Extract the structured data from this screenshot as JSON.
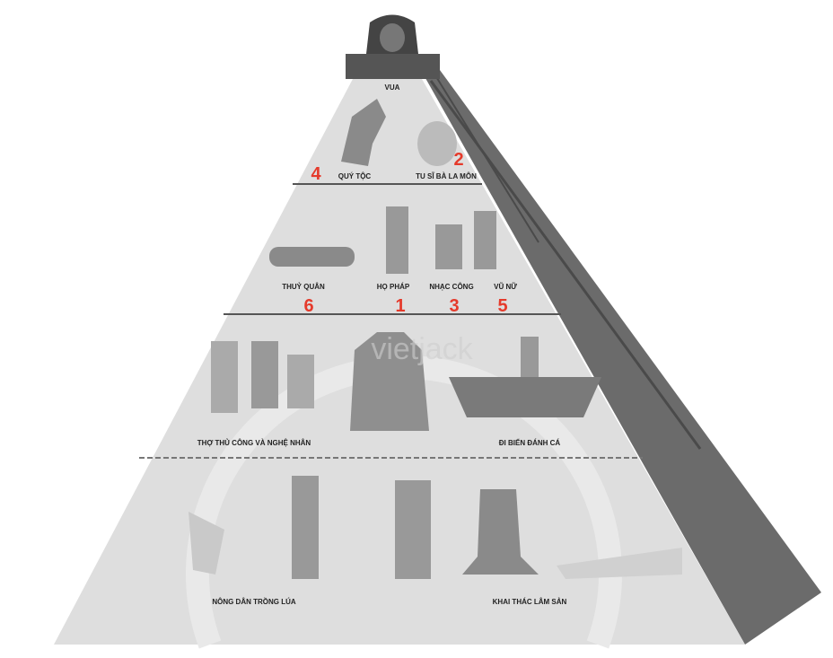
{
  "title": "Social pyramid of ancient Champa",
  "tiers": [
    {
      "name": "king",
      "labels": [
        "VUA"
      ]
    },
    {
      "name": "upper",
      "labels": [
        "QUÝ TỘC",
        "TU SĨ BÀ LA MÔN"
      ]
    },
    {
      "name": "middle",
      "labels": [
        "THUỶ QUÂN",
        "HỌ PHÁP",
        "NHẠC CÔNG",
        "VŨ NỮ"
      ]
    },
    {
      "name": "artisans",
      "labels": [
        "THỢ THỦ CÔNG VÀ NGHỆ NHÂN",
        "ĐI BIỂN ĐÁNH CÁ"
      ]
    },
    {
      "name": "base",
      "labels": [
        "NÔNG DÂN TRỒNG LÚA",
        "KHAI THÁC LÂM SẢN"
      ]
    }
  ],
  "markers": {
    "quy_toc": "4",
    "tu_si": "2",
    "thuy_quan": "6",
    "ho_phap": "1",
    "nhac_cong": "3",
    "vu_nu": "5"
  },
  "watermark": "vietjack",
  "colors": {
    "marker": "#e53a2b",
    "face": "#dcdcdc",
    "side": "#6e6e6e"
  }
}
